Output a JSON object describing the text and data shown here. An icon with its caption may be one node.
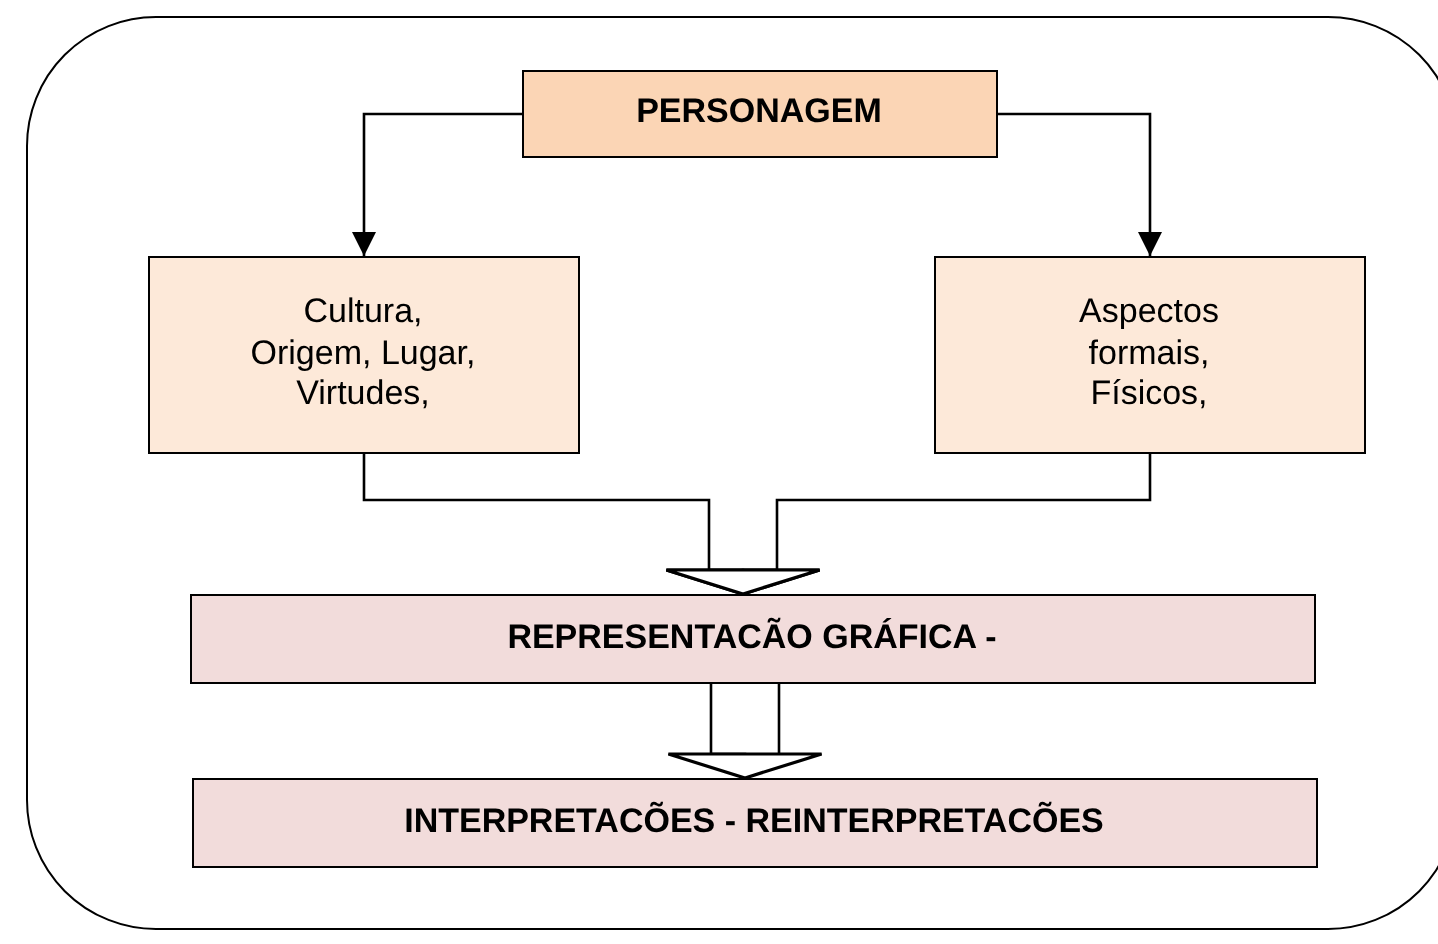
{
  "diagram": {
    "nodes": [
      {
        "text": [],
        "shape": "box"
      },
      {
        "text": [
          "PERSONAGEM"
        ],
        "in": 0
      },
      {
        "text": [
          "Cultura, Origem, Lugar, Virtudes,"
        ],
        "in": 0
      },
      {
        "text": [
          "Aspectos formais, Físicos,"
        ],
        "in": 0
      },
      {
        "text": [
          "REPRESENTACÃO GRÁFICA -"
        ],
        "in": 0
      },
      {
        "text": [
          "INTERPRETACÕES - REINTERPRETACÕES"
        ],
        "in": 0
      }
    ],
    "edges": [
      {
        "from": 1,
        "to": 2,
        "arrow": "to"
      },
      {
        "from": 1,
        "to": 3,
        "arrow": "to"
      },
      {
        "from": 2,
        "to": 4,
        "arrow": "to"
      },
      {
        "from": 3,
        "to": 4,
        "arrow": "to"
      },
      {
        "from": 4,
        "to": 5,
        "arrow": "to"
      }
    ]
  }
}
